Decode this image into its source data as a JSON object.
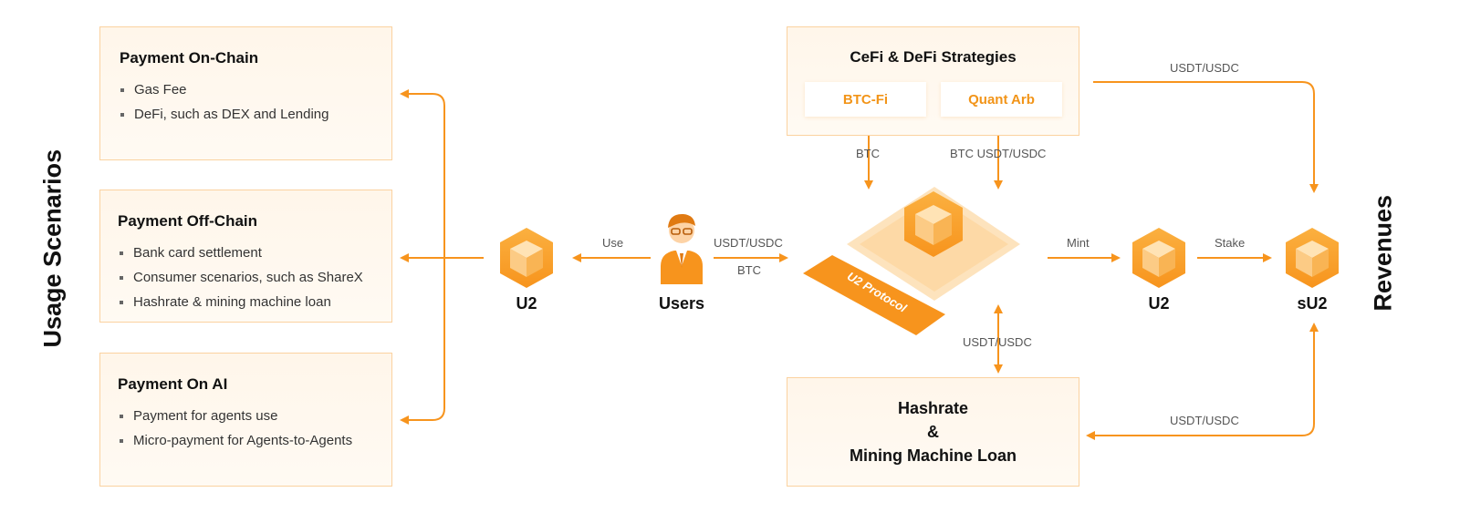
{
  "side_titles": {
    "left": "Usage Scenarios",
    "right": "Revenues"
  },
  "usage_cards": [
    {
      "title": "Payment On-Chain",
      "items": [
        "Gas Fee",
        "DeFi, such as DEX and Lending"
      ]
    },
    {
      "title": "Payment Off-Chain",
      "items": [
        "Bank card settlement",
        "Consumer scenarios, such as ShareX",
        "Hashrate & mining machine loan"
      ]
    },
    {
      "title": "Payment On AI",
      "items": [
        "Payment for agents use",
        "Micro-payment for Agents-to-Agents"
      ]
    }
  ],
  "strategies": {
    "title": "CeFi & DeFi Strategies",
    "chips": [
      "BTC-Fi",
      "Quant Arb"
    ]
  },
  "loan": {
    "line1": "Hashrate",
    "line2": "&",
    "line3": "Mining Machine Loan"
  },
  "nodes": {
    "u2_left": "U2",
    "users": "Users",
    "u2_right": "U2",
    "su2": "sU2",
    "protocol": "U2 Protocol"
  },
  "flow_labels": {
    "use": "Use",
    "usdt_usdc_in": "USDT/USDC",
    "btc_in": "BTC",
    "btc_strategy": "BTC",
    "btc_usdt_strategy": "BTC USDT/USDC",
    "mint": "Mint",
    "stake": "Stake",
    "strategy_revenue": "USDT/USDC",
    "loan_flow": "USDT/USDC",
    "loan_revenue": "USDT/USDC"
  },
  "colors": {
    "accent": "#f7941d",
    "card_border": "#fbd2a0",
    "card_fill": "#fff6ea",
    "chip_text": "#f29418"
  }
}
